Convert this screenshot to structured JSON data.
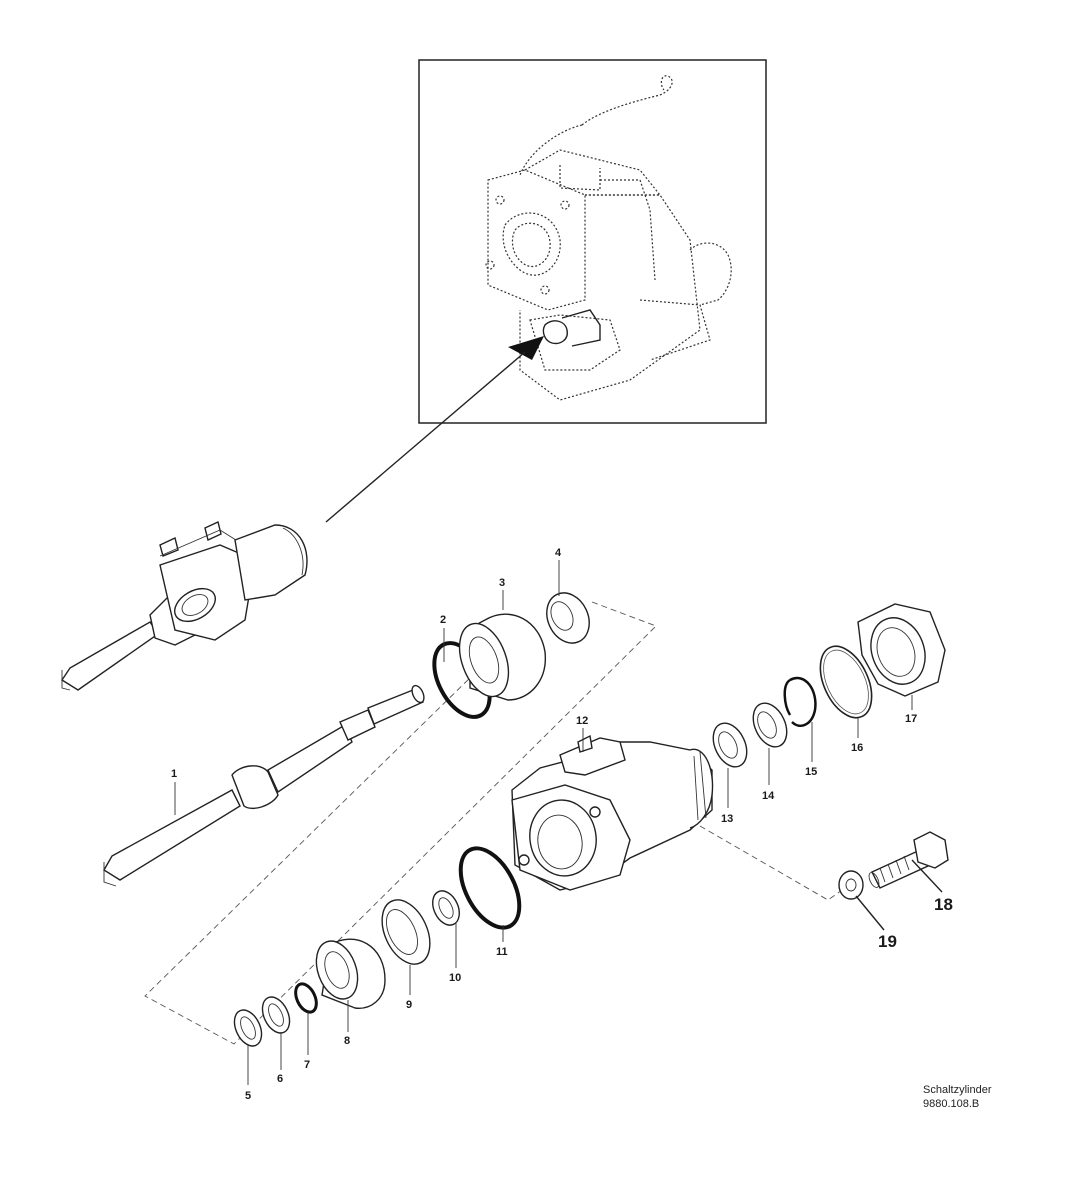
{
  "diagram": {
    "caption": {
      "line1": "Schaltzylinder",
      "line2": "9880.108.B"
    },
    "callouts": [
      {
        "id": "1",
        "text": "1"
      },
      {
        "id": "2",
        "text": "2"
      },
      {
        "id": "3",
        "text": "3"
      },
      {
        "id": "4",
        "text": "4"
      },
      {
        "id": "5",
        "text": "5"
      },
      {
        "id": "6",
        "text": "6"
      },
      {
        "id": "7",
        "text": "7"
      },
      {
        "id": "8",
        "text": "8"
      },
      {
        "id": "9",
        "text": "9"
      },
      {
        "id": "10",
        "text": "10"
      },
      {
        "id": "11",
        "text": "11"
      },
      {
        "id": "12",
        "text": "12"
      },
      {
        "id": "13",
        "text": "13"
      },
      {
        "id": "14",
        "text": "14"
      },
      {
        "id": "15",
        "text": "15"
      },
      {
        "id": "16",
        "text": "16"
      },
      {
        "id": "17",
        "text": "17"
      },
      {
        "id": "18",
        "text": "18"
      },
      {
        "id": "19",
        "text": "19"
      }
    ]
  }
}
